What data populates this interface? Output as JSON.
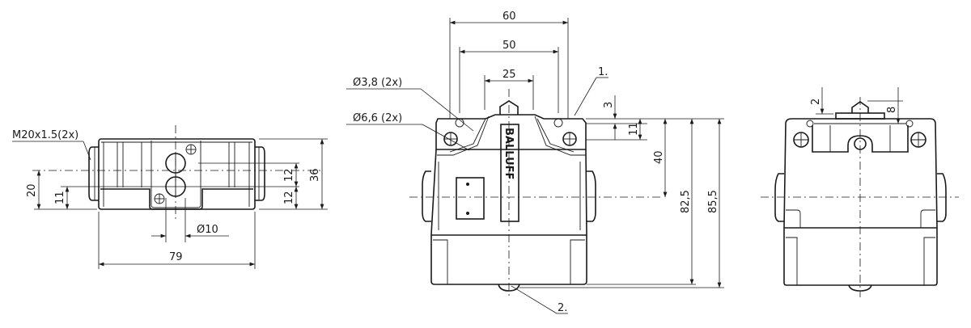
{
  "drawing": {
    "brand_text": "BALLUFF",
    "top_view": {
      "thread_label": "M20x1.5(2x)",
      "dim_20": "20",
      "dim_11": "11",
      "dim_12_upper": "12",
      "dim_12_lower": "12",
      "dim_36": "36",
      "dim_dia10": "Ø10",
      "dim_79": "79"
    },
    "front_view": {
      "dim_60": "60",
      "dim_50": "50",
      "dim_25": "25",
      "hole_small_label": "Ø3,8 (2x)",
      "hole_large_label": "Ø6,6 (2x)",
      "callout_1": "1.",
      "callout_2": "2.",
      "dim_3": "3",
      "dim_11": "11",
      "dim_40": "40",
      "dim_82_5": "82,5",
      "dim_85_5": "85,5"
    },
    "side_view": {
      "dim_2": "2",
      "dim_8": "8"
    }
  }
}
